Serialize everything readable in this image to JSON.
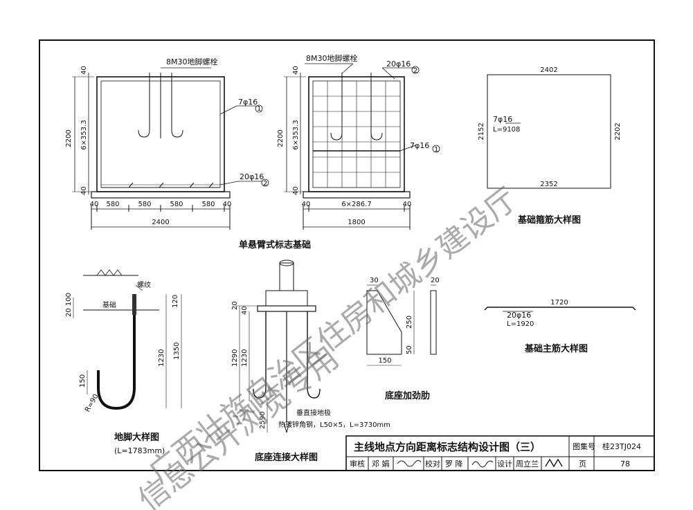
{
  "drawing": {
    "foundation_front": {
      "bolt_label": "8M30地脚螺栓",
      "rebar_1": "7φ16",
      "rebar_2": "20φ16",
      "mark_1": "1",
      "mark_2": "2",
      "height": "2200",
      "spacing": "6×353.3",
      "edge_top": "40",
      "edge_bottom": "40",
      "bottom_dims": [
        "40",
        "580",
        "580",
        "580",
        "580",
        "40"
      ],
      "total_width": "2400",
      "caption": "单悬臂式标志基础"
    },
    "foundation_side": {
      "bolt_label": "8M30地脚螺栓",
      "rebar_top": "20φ16",
      "rebar_mid": "7φ16",
      "mark_1": "1",
      "mark_2": "2",
      "height": "2200",
      "spacing": "6×353.3",
      "edge_top": "40",
      "edge_bottom": "40",
      "bottom_left": "40",
      "bottom_mid": "6×286.7",
      "bottom_right": "40",
      "total_width": "1800"
    },
    "stirrup": {
      "top_len": "2402",
      "bottom_len": "2352",
      "left_len": "2152",
      "right_len": "2202",
      "rebar": "7φ16",
      "length": "L=9108",
      "caption": "基础箍筋大样图"
    },
    "anchor_bolt": {
      "thread": "螺纹",
      "base": "基础",
      "dim_top": "20 100",
      "dim_120": "120",
      "dim_1230": "1230",
      "dim_1350": "1350",
      "dim_150": "150",
      "radius": "R=90",
      "caption": "地脚大样图",
      "length": "(L=1783mm)"
    },
    "base_connection": {
      "d1": "20",
      "d2": "40",
      "d3": "1290",
      "d4": "1230",
      "d5": "2590",
      "note1": "垂直接地极",
      "note2": "热镀锌角钢，L50×5，L=3730mm",
      "caption": "底座连接大样图"
    },
    "stiffener": {
      "top": "30",
      "height": "250",
      "small": "50",
      "width": "150",
      "thick": "20",
      "caption": "底座加劲肋"
    },
    "main_bar": {
      "length": "1720",
      "rebar": "20φ16",
      "total": "L=1920",
      "caption": "基础主筋大样图"
    }
  },
  "title_block": {
    "title": "主线地点方向距离标志结构设计图（三）",
    "atlas_label": "图集号",
    "atlas_no": "桂23TJ024",
    "review_label": "审核",
    "review_name": "邓 娟",
    "check_label": "校对",
    "check_name": "罗 降",
    "design_label": "设计",
    "design_name": "周立兰",
    "page_label": "页",
    "page_no": "78"
  },
  "watermark": {
    "line1": "广西壮族自治区住房和城乡建设厅",
    "line2": "信息公开浏览专用"
  }
}
